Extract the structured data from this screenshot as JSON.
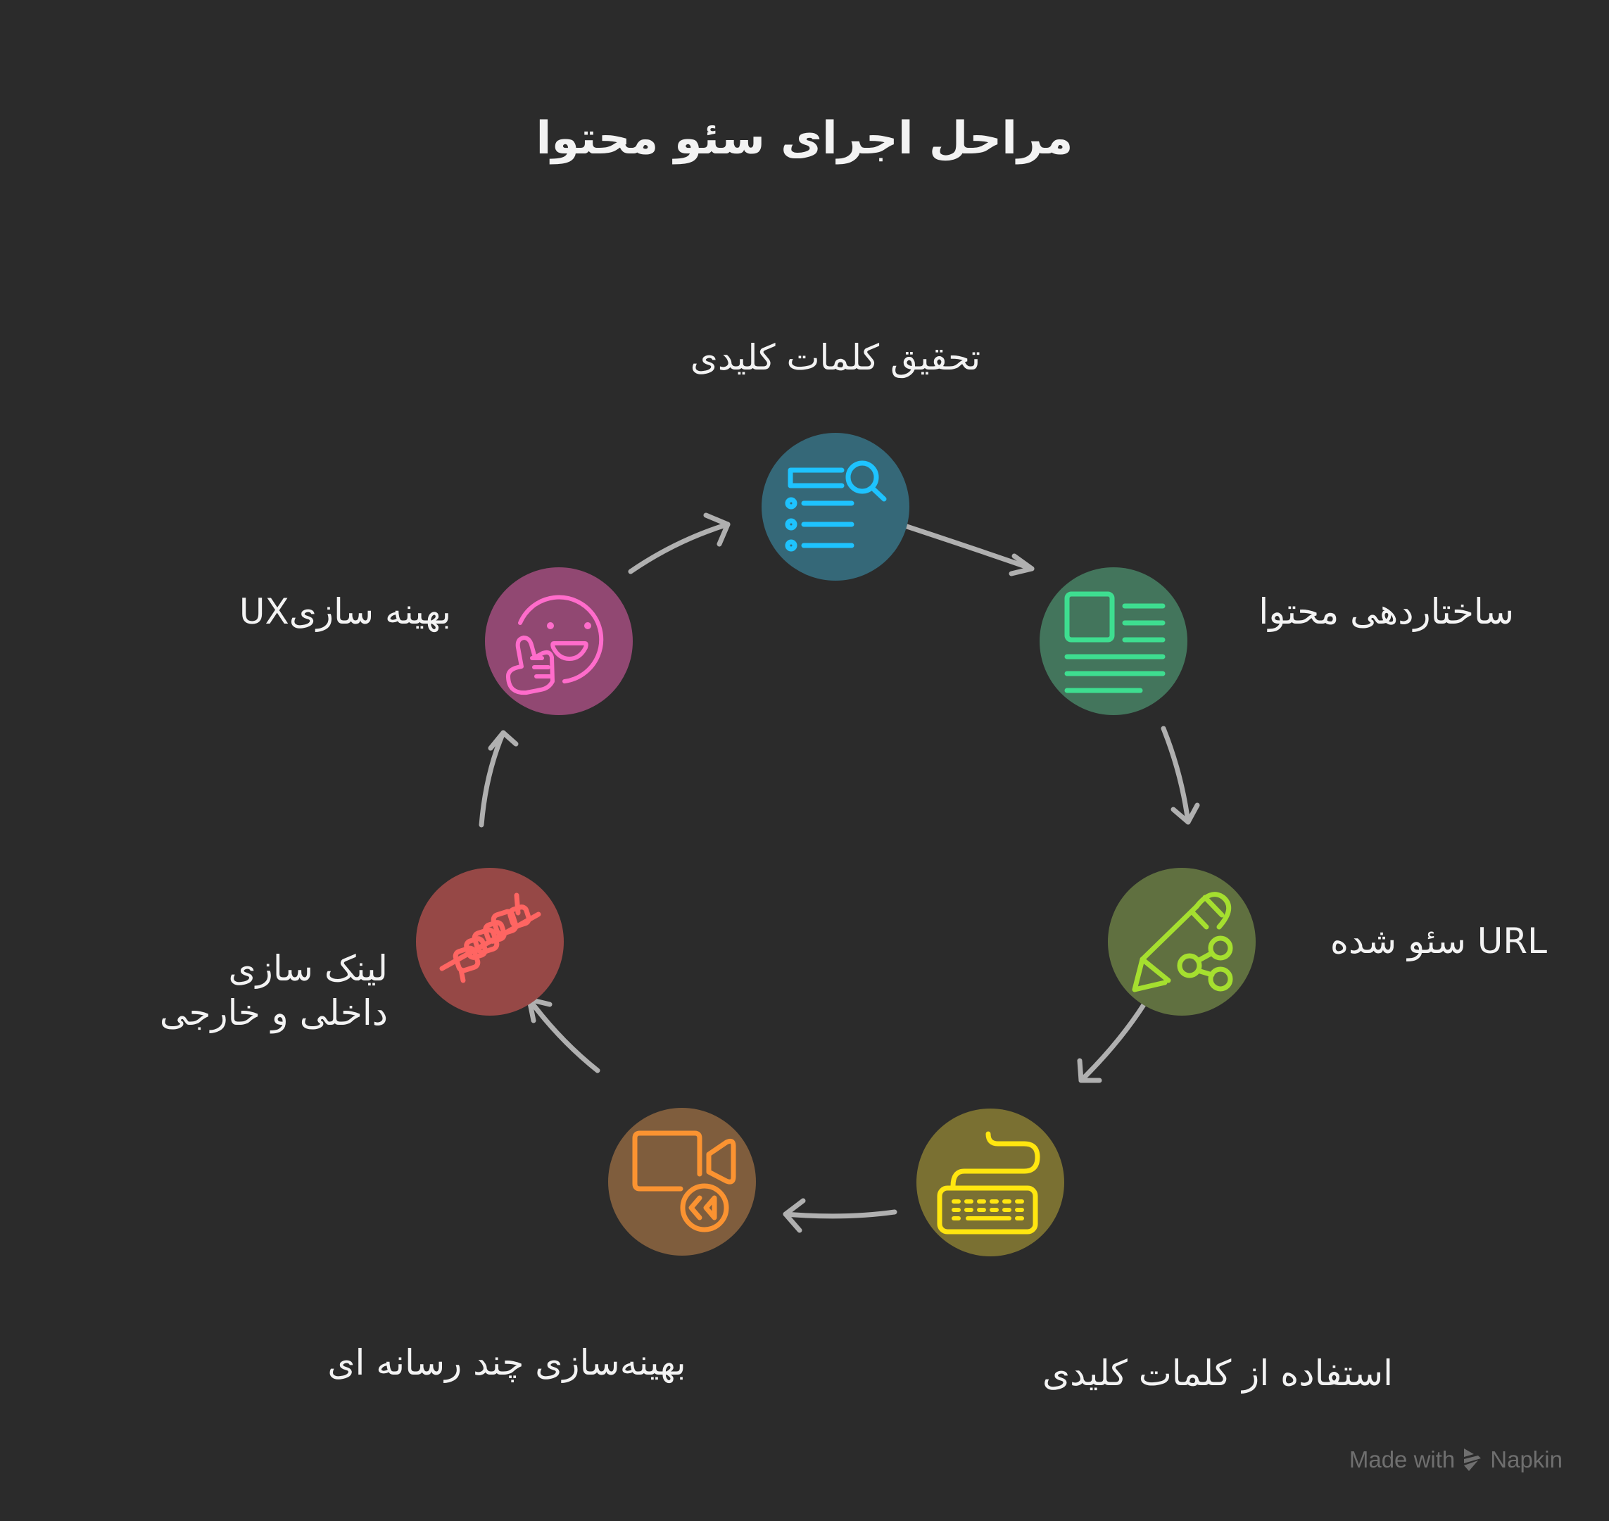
{
  "title": "مراحل اجرای سئو محتوا",
  "colors": {
    "background": "#2b2b2b",
    "arrow": "#b0b0b0",
    "text": "#f3f3f3"
  },
  "steps": [
    {
      "label": "تحقیق کلمات کلیدی",
      "icon": "keyword-search-list-icon",
      "circle_color": "#356878",
      "icon_color": "#1ec3ff"
    },
    {
      "label": "ساختاردهی محتوا",
      "icon": "article-layout-icon",
      "circle_color": "#43755c",
      "icon_color": "#3ede90"
    },
    {
      "label": "URL سئو شده",
      "icon": "pencil-share-icon",
      "circle_color": "#607040",
      "icon_color": "#a5df2f"
    },
    {
      "label": "استفاده از کلمات کلیدی",
      "icon": "keyboard-icon",
      "circle_color": "#7a7032",
      "icon_color": "#ffe60f"
    },
    {
      "label": "بهینه‌سازی چند رسانه ای",
      "icon": "video-camera-rewind-icon",
      "circle_color": "#7f5d3d",
      "icon_color": "#fb9331"
    },
    {
      "label_lines": [
        "لینک سازی",
        "داخلی و خارجی"
      ],
      "icon": "chain-link-icon",
      "circle_color": "#964846",
      "icon_color": "#ff6562"
    },
    {
      "label": "بهینه سازیUX",
      "icon": "smiley-thumbs-up-icon",
      "circle_color": "#914872",
      "icon_color": "#ff6ccb"
    }
  ],
  "footer": {
    "made_with": "Made with",
    "brand": "Napkin"
  }
}
